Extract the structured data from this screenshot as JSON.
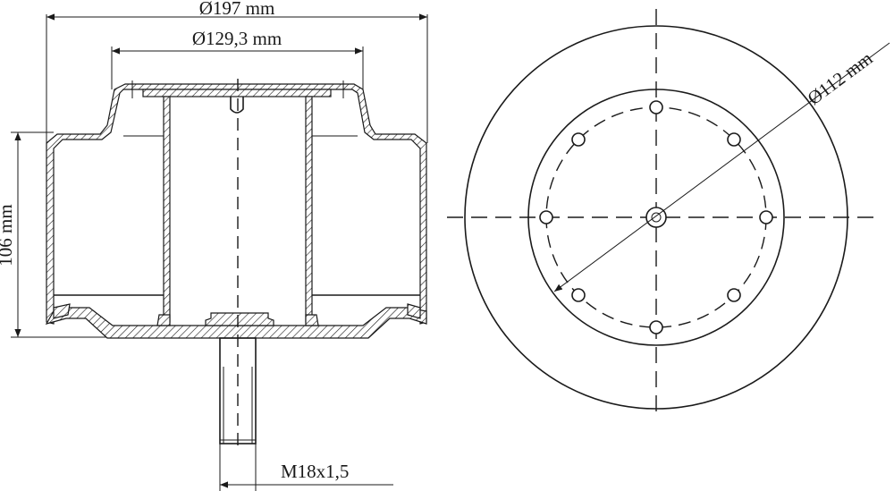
{
  "dimensions": {
    "outer_diameter": "Ø197 mm",
    "inner_diameter": "Ø129,3 mm",
    "height": "106 mm",
    "thread": "M18x1,5",
    "bolt_circle": "Ø112 mm"
  },
  "views": {
    "bolt_hole_count": 8
  }
}
